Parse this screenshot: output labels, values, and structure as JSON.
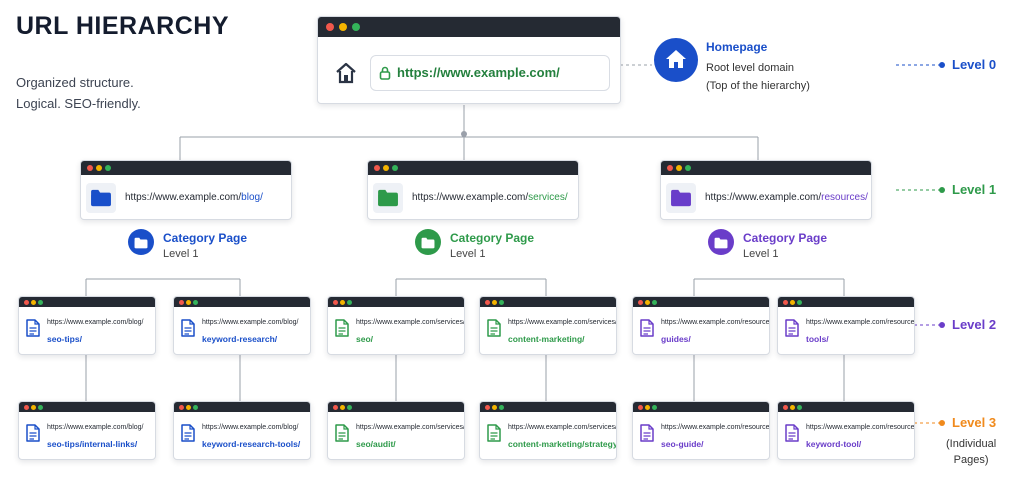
{
  "title": "URL HIERARCHY",
  "subtitle": [
    "Organized structure.",
    "Logical. SEO-friendly."
  ],
  "colors": {
    "blue": "#1a4fc9",
    "green": "#2e9a4a",
    "purple": "#6a3dc9",
    "orange": "#f08a1c",
    "dark": "#252a33"
  },
  "root": {
    "url": "https://www.example.com/",
    "label": "Homepage",
    "desc1": "Root level domain",
    "desc2": "(Top of the hierarchy)"
  },
  "categories": [
    {
      "base": "https://www.example.com/",
      "path": "blog/",
      "color": "blue",
      "label": "Category Page",
      "level": "Level 1"
    },
    {
      "base": "https://www.example.com/",
      "path": "services/",
      "color": "green",
      "label": "Category Page",
      "level": "Level 1"
    },
    {
      "base": "https://www.example.com/",
      "path": "resources/",
      "color": "purple",
      "label": "Category Page",
      "level": "Level 1"
    }
  ],
  "level2": [
    {
      "base": "https://www.example.com/blog/",
      "path": "seo-tips/",
      "color": "blue"
    },
    {
      "base": "https://www.example.com/blog/",
      "path": "keyword-research/",
      "color": "blue"
    },
    {
      "base": "https://www.example.com/services/",
      "path": "seo/",
      "color": "green"
    },
    {
      "base": "https://www.example.com/services/",
      "path": "content-marketing/",
      "color": "green"
    },
    {
      "base": "https://www.example.com/resources/",
      "path": "guides/",
      "color": "purple"
    },
    {
      "base": "https://www.example.com/resources/",
      "path": "tools/",
      "color": "purple"
    }
  ],
  "level3": [
    {
      "base": "https://www.example.com/blog/",
      "path": "seo-tips/internal-links/",
      "color": "blue"
    },
    {
      "base": "https://www.example.com/blog/",
      "path": "keyword-research-tools/",
      "color": "blue"
    },
    {
      "base": "https://www.example.com/services/",
      "path": "seo/audit/",
      "color": "green"
    },
    {
      "base": "https://www.example.com/services/",
      "path": "content-marketing/strategy/",
      "color": "green"
    },
    {
      "base": "https://www.example.com/resources/",
      "path": "seo-guide/",
      "color": "purple"
    },
    {
      "base": "https://www.example.com/resources/",
      "path": "keyword-tool/",
      "color": "purple"
    }
  ],
  "levels": [
    {
      "label": "Level 0",
      "color": "blue"
    },
    {
      "label": "Level 1",
      "color": "green"
    },
    {
      "label": "Level 2",
      "color": "purple"
    },
    {
      "label": "Level 3",
      "color": "orange"
    }
  ],
  "level3_note": [
    "(Individual",
    "Pages)"
  ]
}
